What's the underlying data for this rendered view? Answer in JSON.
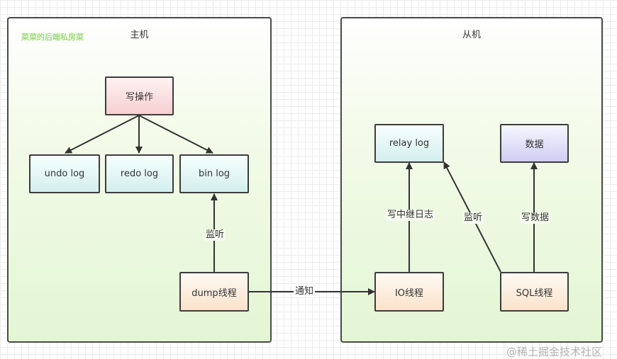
{
  "watermark_label": "菜菜的后端私房菜",
  "master": {
    "title": "主机",
    "nodes": {
      "write_op": "写操作",
      "undo_log": "undo log",
      "redo_log": "redo log",
      "bin_log": "bin log",
      "dump_thread": "dump线程"
    }
  },
  "slave": {
    "title": "从机",
    "nodes": {
      "relay_log": "relay log",
      "data": "数据",
      "io_thread": "IO线程",
      "sql_thread": "SQL线程"
    }
  },
  "edges": {
    "dump_to_binlog": "监听",
    "dump_to_io": "通知",
    "io_to_relay": "写中继日志",
    "sql_to_relay": "监听",
    "sql_to_data": "写数据"
  },
  "footer_watermark": "@稀土掘金技术社区",
  "colors": {
    "container_border": "#4a4a4a",
    "container_fill": "#e3f6d4",
    "write_fill": "#f7cfd1",
    "log_fill": "#d3efee",
    "thread_fill": "#fbe2cb",
    "data_fill": "#cfcdf2"
  }
}
